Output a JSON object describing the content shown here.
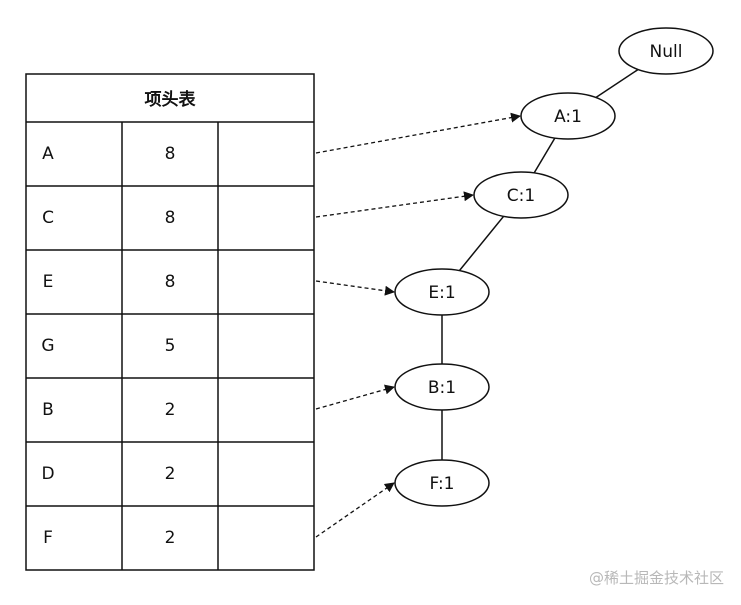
{
  "header_table": {
    "title": "项头表",
    "rows": [
      {
        "item": "A",
        "count": "8",
        "link": ""
      },
      {
        "item": "C",
        "count": "8",
        "link": ""
      },
      {
        "item": "E",
        "count": "8",
        "link": ""
      },
      {
        "item": "G",
        "count": "5",
        "link": ""
      },
      {
        "item": "B",
        "count": "2",
        "link": ""
      },
      {
        "item": "D",
        "count": "2",
        "link": ""
      },
      {
        "item": "F",
        "count": "2",
        "link": ""
      }
    ]
  },
  "tree": {
    "nodes": [
      {
        "id": "null",
        "label": "Null"
      },
      {
        "id": "a",
        "label": "A:1"
      },
      {
        "id": "c",
        "label": "C:1"
      },
      {
        "id": "e",
        "label": "E:1"
      },
      {
        "id": "b",
        "label": "B:1"
      },
      {
        "id": "f",
        "label": "F:1"
      }
    ],
    "edges": [
      {
        "from": "null",
        "to": "a"
      },
      {
        "from": "a",
        "to": "c"
      },
      {
        "from": "c",
        "to": "e"
      },
      {
        "from": "e",
        "to": "b"
      },
      {
        "from": "b",
        "to": "f"
      }
    ]
  },
  "pointers": [
    {
      "from_item": "A",
      "to_node": "a"
    },
    {
      "from_item": "C",
      "to_node": "c"
    },
    {
      "from_item": "E",
      "to_node": "e"
    },
    {
      "from_item": "B",
      "to_node": "b"
    },
    {
      "from_item": "F",
      "to_node": "f"
    }
  ],
  "watermark": "@稀土掘金技术社区"
}
